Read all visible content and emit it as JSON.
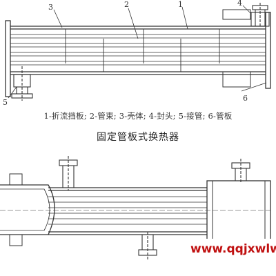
{
  "diagram": {
    "callouts": [
      "1",
      "2",
      "3",
      "4",
      "5",
      "6"
    ],
    "legend": "1-折流挡板; 2-管束; 3-壳体; 4-封头; 5-接管; 6-管板",
    "title": "固定管板式换热器"
  },
  "watermark": "www.qqjxwlw"
}
